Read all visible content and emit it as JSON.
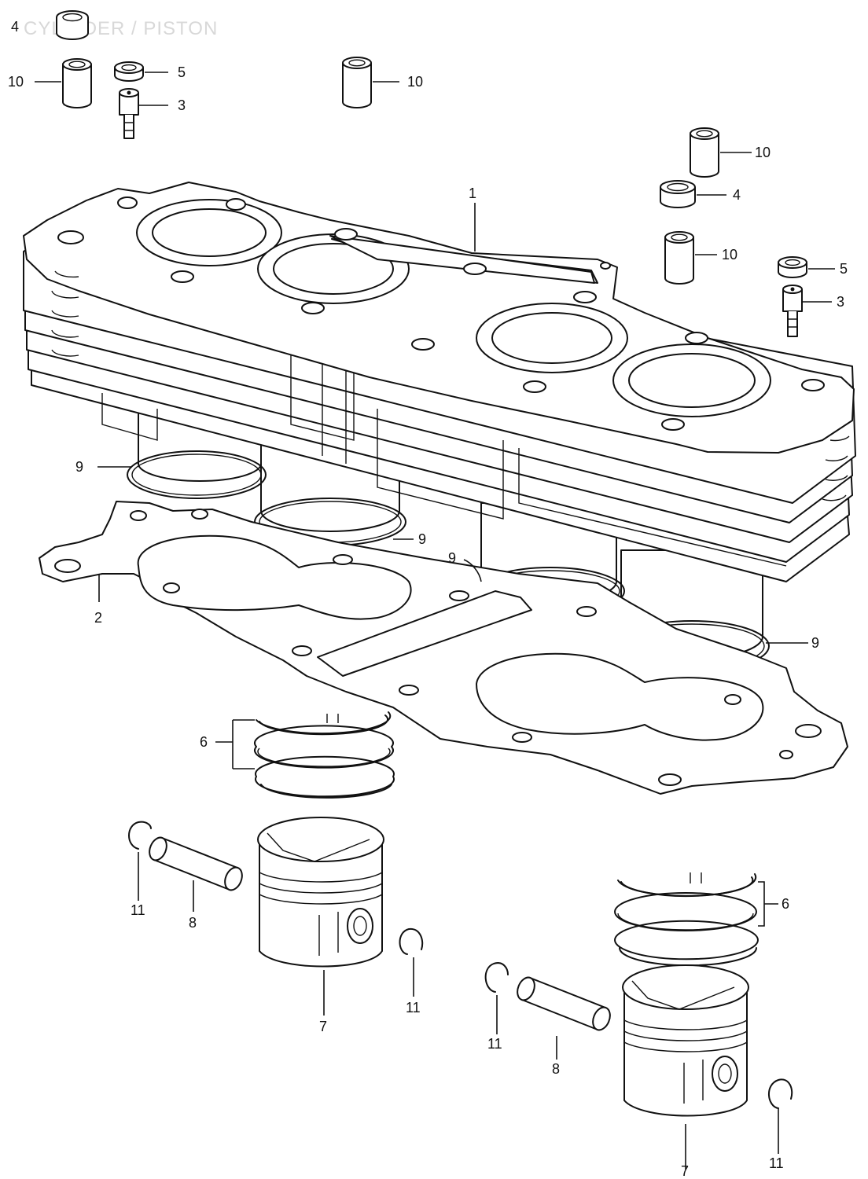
{
  "title": "CYLINDER / PISTON",
  "callouts": [
    {
      "id": "c4a",
      "text": "4"
    },
    {
      "id": "c10a",
      "text": "10"
    },
    {
      "id": "c5a",
      "text": "5"
    },
    {
      "id": "c3a",
      "text": "3"
    },
    {
      "id": "c10b",
      "text": "10"
    },
    {
      "id": "c10c",
      "text": "10"
    },
    {
      "id": "c4b",
      "text": "4"
    },
    {
      "id": "c1",
      "text": "1"
    },
    {
      "id": "c10d",
      "text": "10"
    },
    {
      "id": "c5b",
      "text": "5"
    },
    {
      "id": "c3b",
      "text": "3"
    },
    {
      "id": "c9a",
      "text": "9"
    },
    {
      "id": "c9b",
      "text": "9"
    },
    {
      "id": "c9c",
      "text": "9"
    },
    {
      "id": "c2",
      "text": "2"
    },
    {
      "id": "c9d",
      "text": "9"
    },
    {
      "id": "c6a",
      "text": "6"
    },
    {
      "id": "c11a",
      "text": "11"
    },
    {
      "id": "c8a",
      "text": "8"
    },
    {
      "id": "c7a",
      "text": "7"
    },
    {
      "id": "c11b",
      "text": "11"
    },
    {
      "id": "c6b",
      "text": "6"
    },
    {
      "id": "c11c",
      "text": "11"
    },
    {
      "id": "c8b",
      "text": "8"
    },
    {
      "id": "c7b",
      "text": "7"
    },
    {
      "id": "c11d",
      "text": "11"
    }
  ]
}
